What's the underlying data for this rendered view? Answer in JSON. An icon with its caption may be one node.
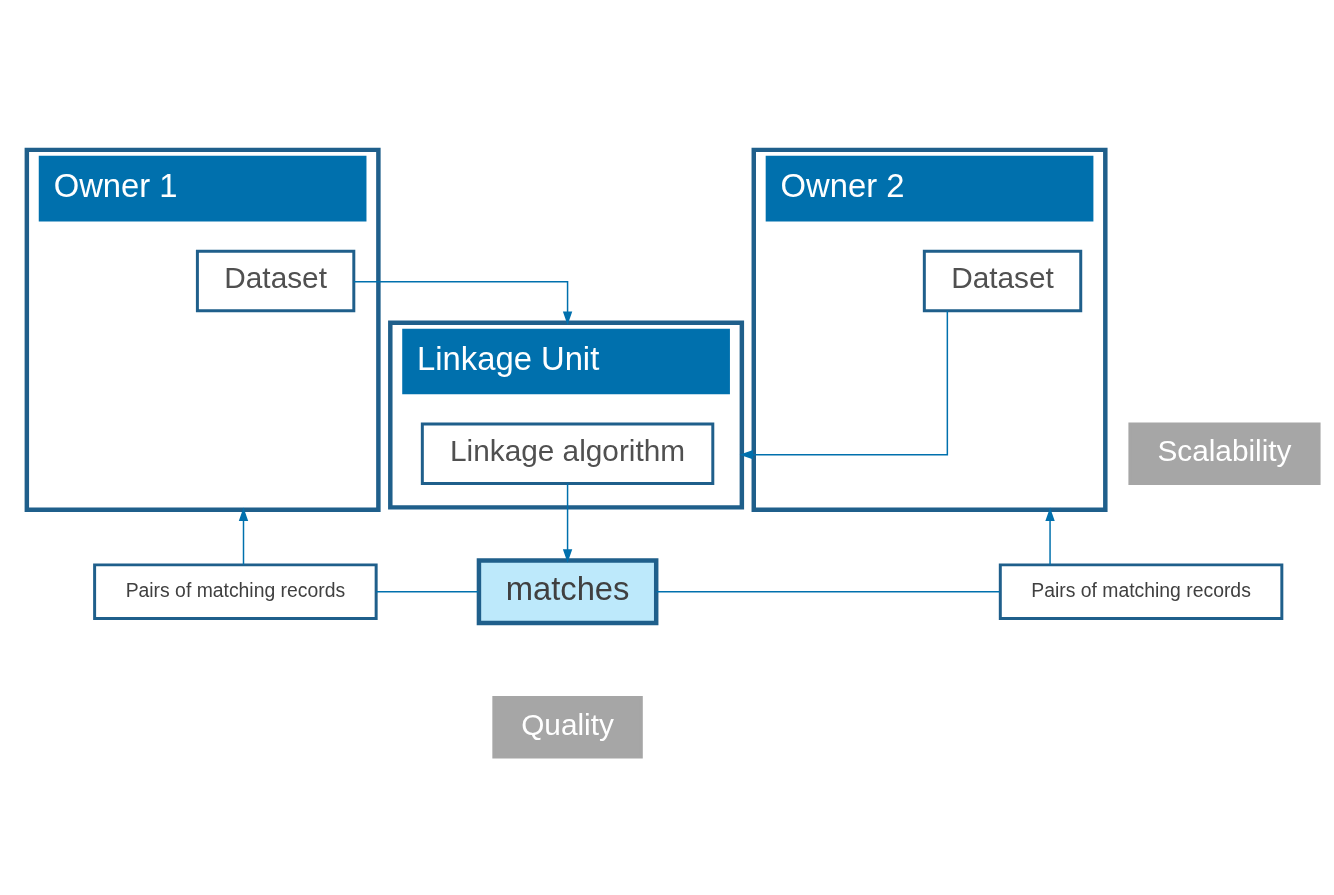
{
  "diagram": {
    "nodes": [
      {
        "text": [
          "Owner 1"
        ]
      },
      {
        "text": [
          "Dataset"
        ],
        "in": 0
      },
      {
        "text": [
          "Owner 2"
        ]
      },
      {
        "text": [
          "Dataset"
        ],
        "in": 2
      },
      {
        "text": [
          "Linkage Unit"
        ]
      },
      {
        "text": [
          "Linkage algorithm"
        ],
        "in": 4
      },
      {
        "text": [
          "Scalability"
        ]
      },
      {
        "text": [
          "Pairs of matching records"
        ]
      },
      {
        "text": [
          "matches"
        ]
      },
      {
        "text": [
          "Pairs of matching records"
        ]
      },
      {
        "text": [
          "Quality"
        ]
      }
    ],
    "edges": [
      {
        "from": 1,
        "to": 4,
        "arrow": "to"
      },
      {
        "from": 3,
        "to": 4,
        "arrow": "to"
      },
      {
        "from": 5,
        "to": 8,
        "arrow": "to"
      },
      {
        "from": 8,
        "to": 7,
        "arrow": "none"
      },
      {
        "from": 7,
        "to": 0,
        "arrow": "to"
      },
      {
        "from": 8,
        "to": 9,
        "arrow": "none"
      },
      {
        "from": 9,
        "to": 2,
        "arrow": "to"
      }
    ]
  }
}
